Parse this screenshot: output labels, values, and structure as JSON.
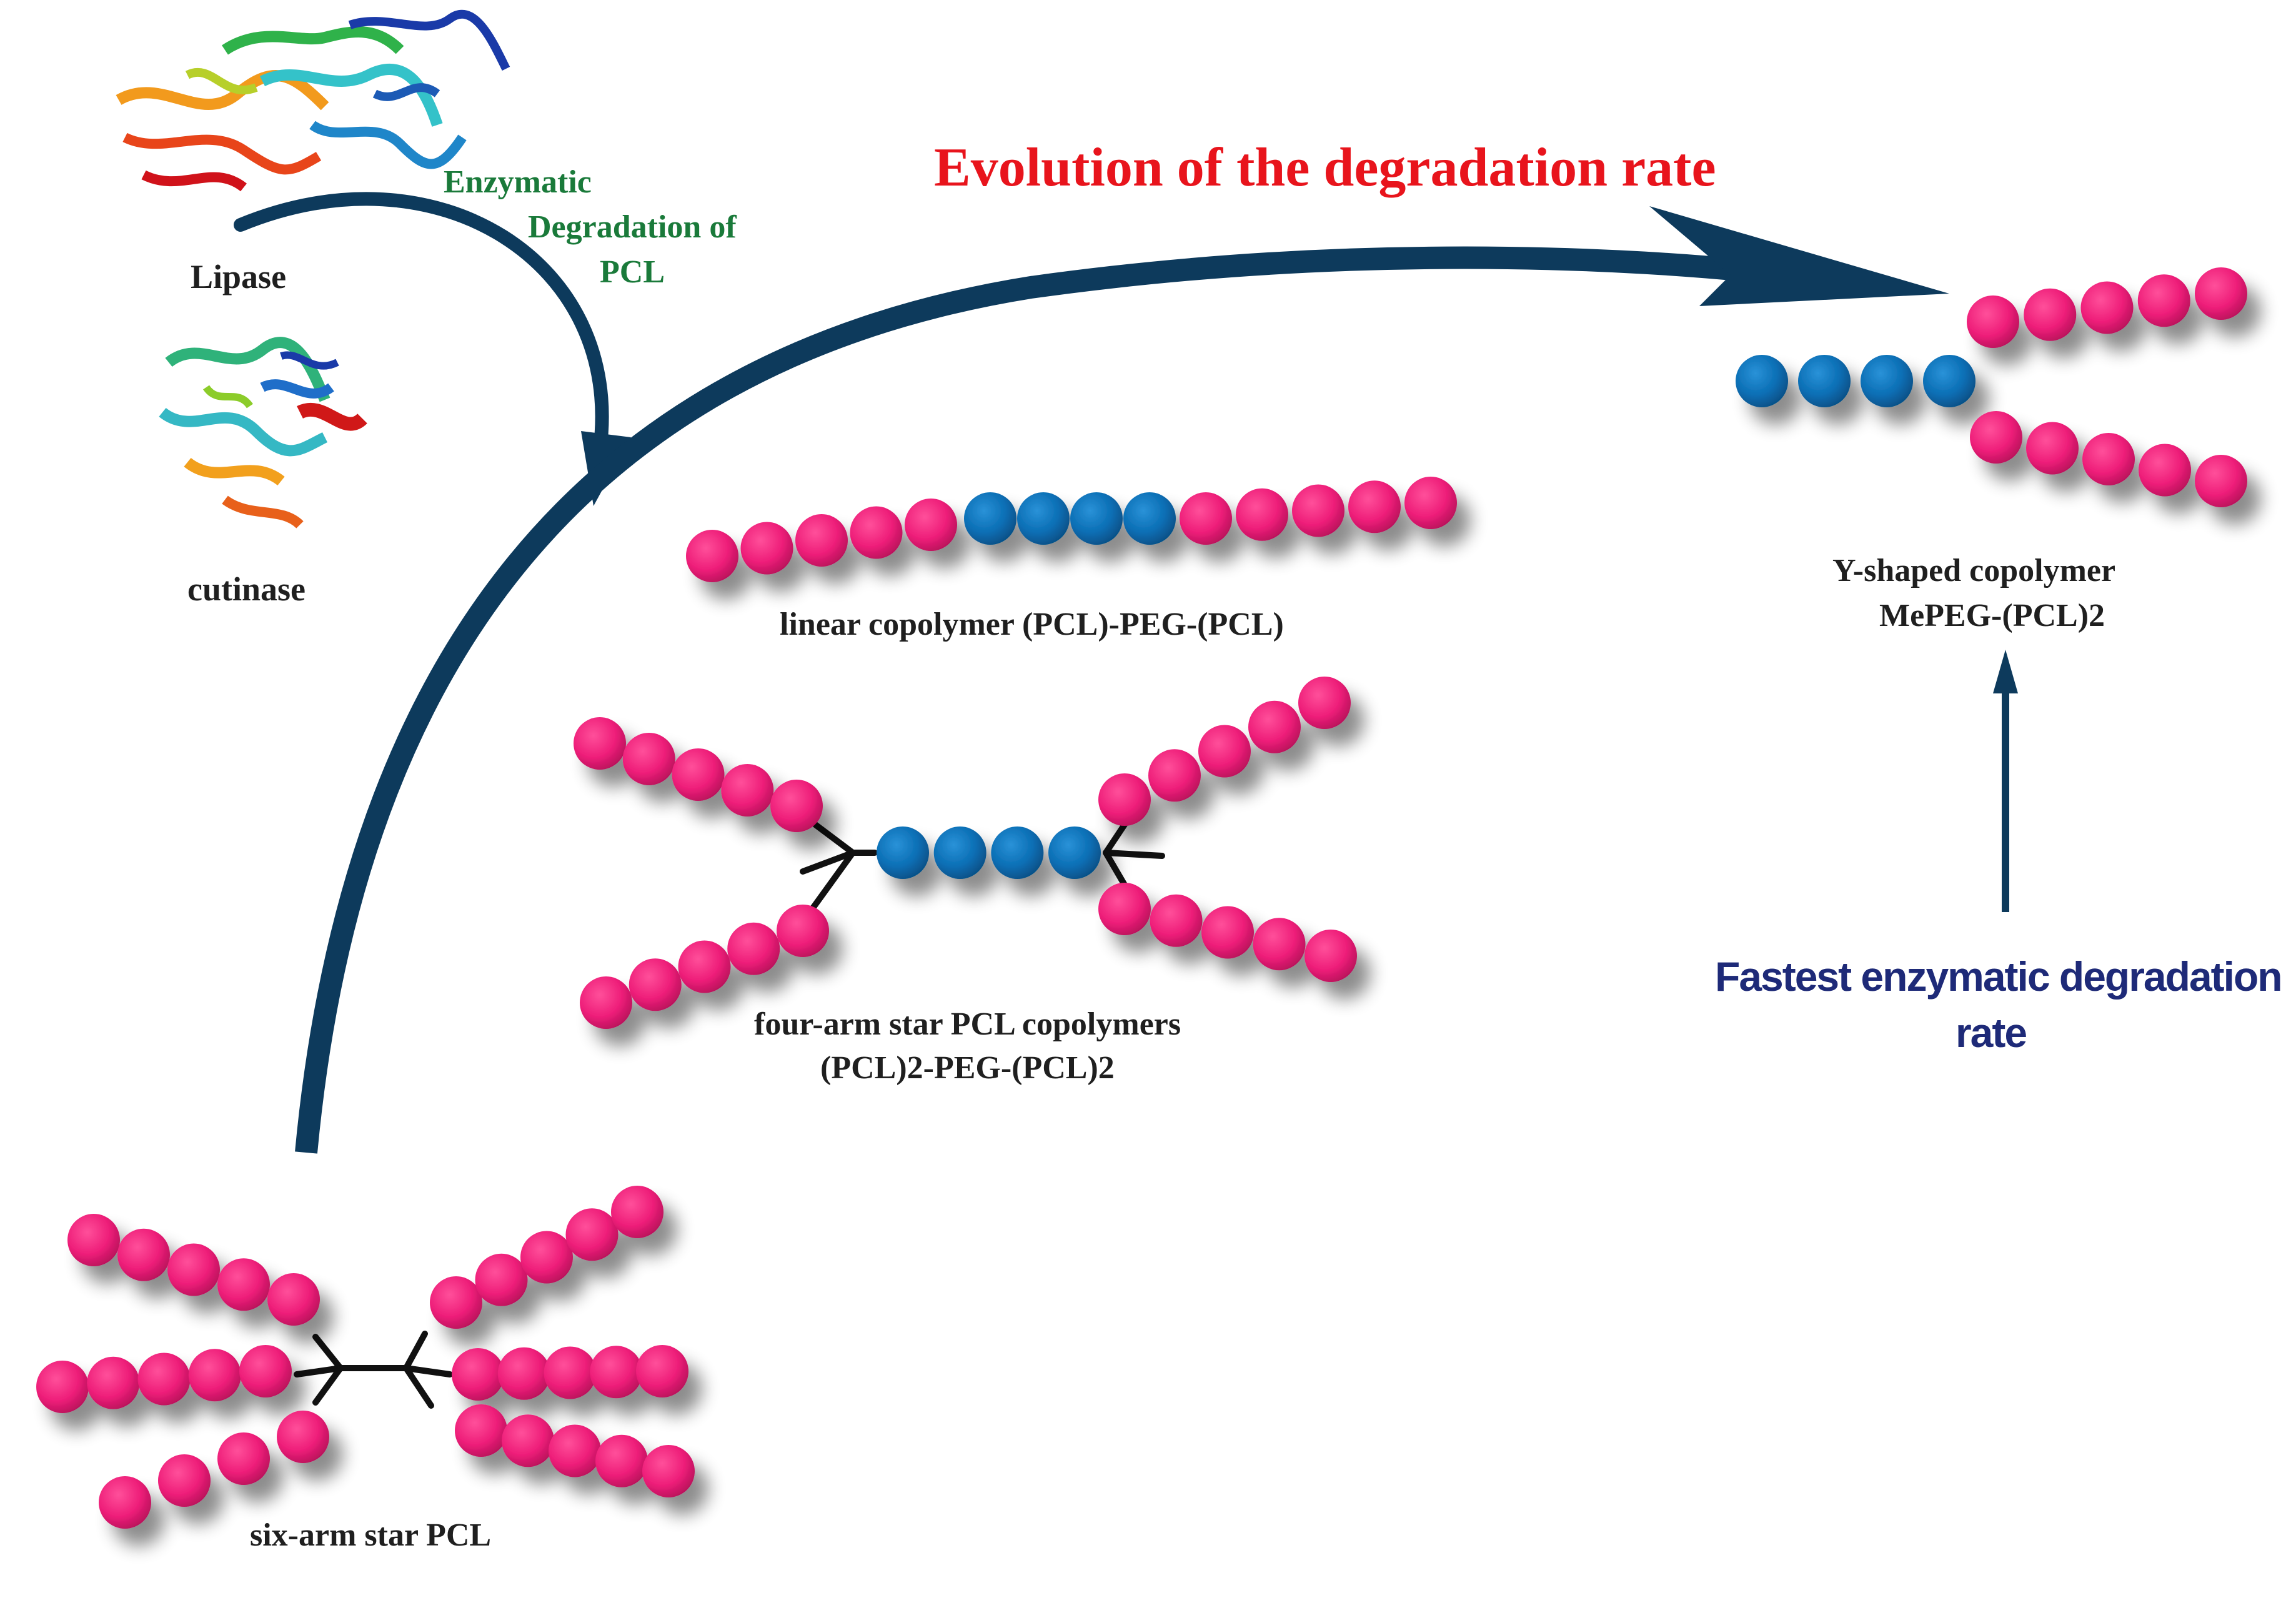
{
  "title": "Evolution of the degradation rate",
  "enzymes": {
    "lipase": "Lipase",
    "cutinase": "cutinase"
  },
  "enzymatic_label": {
    "line1": "Enzymatic",
    "line2": "Degradation of",
    "line3": "PCL"
  },
  "polymers": {
    "six_arm": "six-arm star PCL",
    "four_arm_line1": "four-arm star PCL copolymers",
    "four_arm_line2": "(PCL)2-PEG-(PCL)2",
    "linear": "linear copolymer (PCL)-PEG-(PCL)",
    "y_shaped_line1": "Y-shaped copolymer",
    "y_shaped_line2": "MePEG-(PCL)2"
  },
  "fastest": {
    "line1": "Fastest enzymatic degradation",
    "line2": "rate"
  },
  "colors": {
    "pcl": "#ee1e79",
    "peg": "#0a6eb4",
    "arrow": "#0d3a5c",
    "title": "#e8141c",
    "enzymatic": "#1a7a3a",
    "fastest": "#1e2a78"
  },
  "icons": [
    "lipase-protein-icon",
    "cutinase-protein-icon"
  ]
}
